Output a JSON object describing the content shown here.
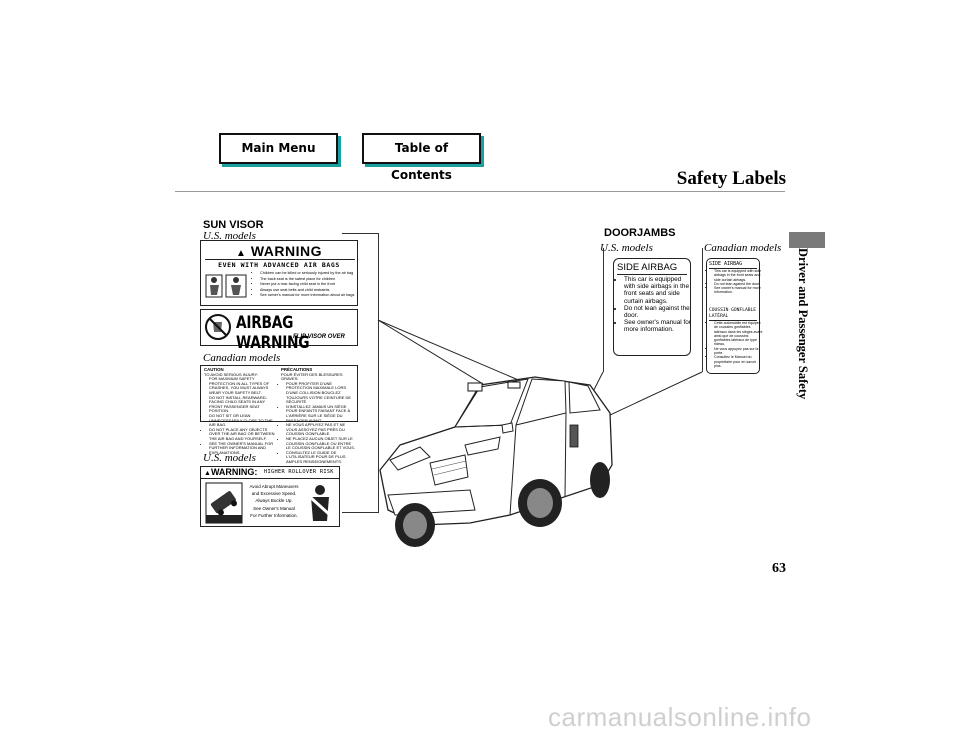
{
  "nav": {
    "main_menu": "Main Menu",
    "toc": "Table of Contents"
  },
  "header": {
    "title": "Safety Labels"
  },
  "sidebar": {
    "section": "Driver and Passenger Safety"
  },
  "sun_visor": {
    "heading": "SUN VISOR",
    "us_models": "U.S. models",
    "canadian_models": "Canadian models",
    "warning_title": "WARNING",
    "warning_subtitle": "EVEN WITH ADVANCED AIR BAGS",
    "warning_bullets": [
      "Children can be killed or seriously injured by the air bag",
      "The back seat is the safest place for children",
      "Never put a rear-facing child seat in the front",
      "Always use seat belts and child restraints",
      "See owner's manual for more information about air bags"
    ],
    "airbag_warning": "AIRBAG WARNING",
    "flip_visor": "FLIP VISOR OVER",
    "caution_title": "CAUTION",
    "caution_sub": "TO AVOID SERIOUS INJURY:",
    "caution_bullets": [
      "FOR MAXIMUM SAFETY PROTECTION IN ALL TYPES OF CRASHES, YOU MUST ALWAYS WEAR YOUR SAFETY BELT.",
      "DO NOT INSTALL REARWARD-FACING CHILD SEATS IN ANY FRONT PASSENGER SEAT POSITION.",
      "DO NOT SIT OR LEAN UNNECESSARILY CLOSE TO THE AIR BAG.",
      "DO NOT PLACE ANY OBJECTS OVER THE AIR BAG OR BETWEEN THE AIR BAG AND YOURSELF.",
      "SEE THE OWNER'S MANUAL FOR FURTHER INFORMATION AND EXPLANATIONS."
    ],
    "precautions_title": "PRÉCAUTIONS",
    "precautions_sub": "POUR ÉVITER DES BLESSURES GRAVES:",
    "precautions_bullets": [
      "POUR PROFITER D'UNE PROTECTION MAXIMALE LORS D'UNE COLLISION BOUCLEZ TOUJOURS VOTRE CEINTURE DE SÉCURITÉ.",
      "N'INSTALLEZ JAMAIS UN SIÈGE POUR ENFANTS FAISANT FACE À L'ARRIÈRE SUR LE SIÈGE DU PASSAGER AVANT.",
      "NE VOUS APPUYEZ PAS ET NE VOUS ASSOYEZ PAS PRÈS DU COUSSIN GONFLABLE.",
      "NE PLACEZ AUCUN OBJET SUR LE COUSSIN GONFLABLE OU ENTRE LE COUSSIN GONFLABLE ET VOUS.",
      "CONSULTEZ LE GUIDE DE L'UTILISATEUR POUR DE PLUS AMPLES RENSEIGNEMENTS."
    ],
    "us_models_rollover": "U.S. models",
    "rollover_warning": "WARNING:",
    "rollover_risk": "HIGHER ROLLOVER RISK",
    "rollover_lines": [
      "Avoid Abrupt Maneuvers",
      "and Excessive Speed.",
      "Always Buckle Up.",
      "See Owner's Manual",
      "For Further Information."
    ]
  },
  "doorjambs": {
    "heading": "DOORJAMBS",
    "us_models": "U.S. models",
    "canadian_models": "Canadian models",
    "us_label_title": "SIDE AIRBAG",
    "us_bullets": [
      "This car is equipped with side airbags in the front seats and side curtain airbags.",
      "Do not lean against the door.",
      "See owner's manual for more information."
    ],
    "ca_title_en": "SIDE AIRBAG",
    "ca_bullets_en": [
      "This car is equipped with side airbags in the front seats and side curtain airbags.",
      "Do not lean against the door.",
      "See owner's manual for more information."
    ],
    "ca_title_fr_1": "COUSSIN GONFLABLE",
    "ca_title_fr_2": "LATÉRAL",
    "ca_bullets_fr": [
      "Cette automobile est équipée de coussins gonflables latéraux dans les sièges avant ainsi que de coussins gonflables latéraux de type rideau.",
      "Ne vous appuyez pas sur la porte.",
      "Consultez le Manuel du propriétaire pour en savoir plus."
    ]
  },
  "page_number": "63",
  "watermark": "carmanualsonline.info"
}
